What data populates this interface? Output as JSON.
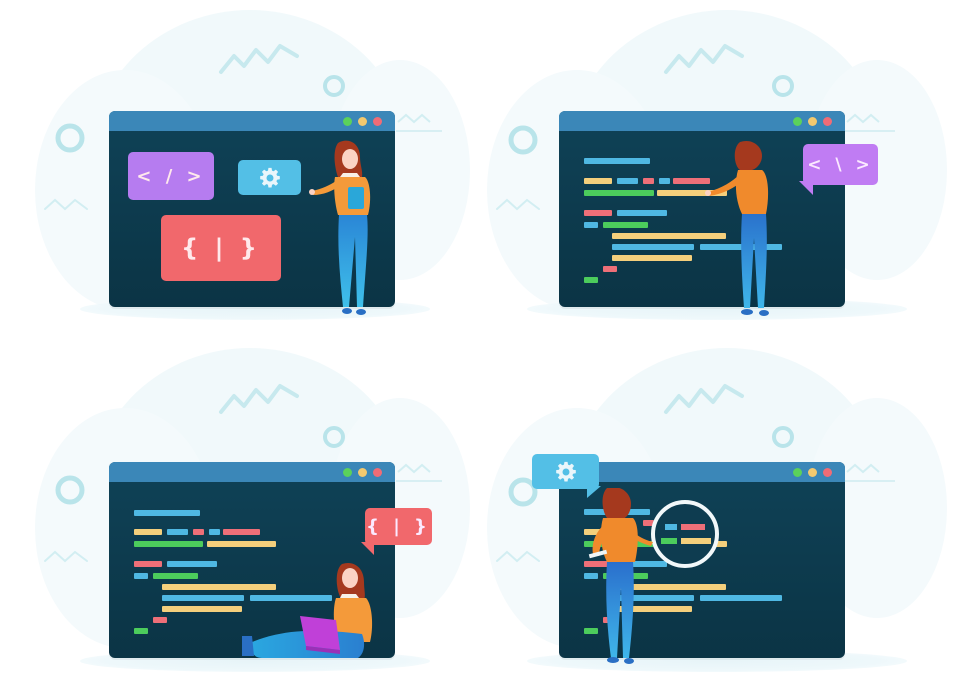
{
  "illustration": {
    "title": "Programming / web development illustration set",
    "panels": [
      {
        "id": "panel-1",
        "scene": "woman presenting code cards",
        "cards": [
          {
            "icon": "code-tag-icon",
            "label": "< / >",
            "color": "#b67cf0"
          },
          {
            "icon": "gear-icon",
            "label": "",
            "color": "#53bfe6"
          },
          {
            "icon": "curly-braces-icon",
            "label": "{ | }",
            "color": "#f1686c"
          }
        ]
      },
      {
        "id": "panel-2",
        "scene": "woman pointing at code lines",
        "bubble": {
          "icon": "code-tag-icon",
          "label": "< \\ >",
          "color": "#c07cf3"
        }
      },
      {
        "id": "panel-3",
        "scene": "woman sitting with laptop",
        "bubble": {
          "icon": "curly-braces-icon",
          "label": "{ | }",
          "color": "#f1686c"
        }
      },
      {
        "id": "panel-4",
        "scene": "woman inspecting code with magnifying glass",
        "bubble": {
          "icon": "gear-icon",
          "label": "",
          "color": "#53bfe6"
        }
      }
    ]
  },
  "colors": {
    "window_body": "#0e3c50",
    "titlebar": "#3b87b8",
    "dot_green": "#5bd15b",
    "dot_yellow": "#f3c96e",
    "dot_red": "#f06c76",
    "code_blue": "#4fb8e3",
    "code_yellow": "#f4cf7c",
    "code_red": "#ee6f78",
    "code_green": "#4ccc5c",
    "accent_teal": "#bfe6ec",
    "shirt": "#f49a3a",
    "pants": "#2b8fd8",
    "hair": "#a3391f"
  }
}
